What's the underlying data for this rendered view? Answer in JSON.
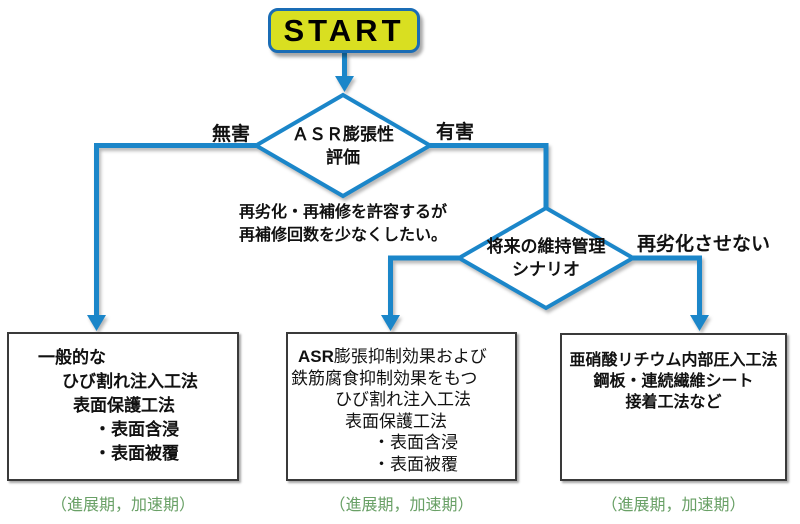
{
  "colors": {
    "connector_blue": "#1b86c9",
    "start_fill_yellow": "#d9df21",
    "start_border_blue": "#1a6cb5",
    "box_border_gray": "#3a3a3a",
    "phase_green": "#69a066",
    "text_black": "#111111"
  },
  "start": {
    "label": "START"
  },
  "decisions": [
    {
      "lines": [
        "ＡＳＲ膨張性",
        "評価"
      ]
    },
    {
      "lines": [
        "将来の維持管理",
        "シナリオ"
      ]
    }
  ],
  "edge_labels": {
    "harmless": "無害",
    "harmful": "有害",
    "note_line1": "再劣化・再補修を許容するが",
    "note_line2": "再補修回数を少なくしたい。",
    "no_redeterioration": "再劣化させない"
  },
  "boxes": [
    {
      "lines": [
        "一般的な",
        "ひび割れ注入工法",
        "表面保護工法",
        "・表面含浸",
        "・表面被覆"
      ],
      "phase": "（進展期，加速期）"
    },
    {
      "line1_prefix": "ASR",
      "line1_rest": "膨張抑制効果および",
      "lines": [
        "鉄筋腐食抑制効果をもつ",
        "ひび割れ注入工法",
        "表面保護工法",
        "・表面含浸",
        "・表面被覆"
      ],
      "phase": "（進展期，加速期）"
    },
    {
      "lines": [
        "亜硝酸リチウム内部圧入工法",
        "鋼板・連続繊維シート",
        "接着工法など"
      ],
      "phase": "（進展期，加速期）"
    }
  ]
}
